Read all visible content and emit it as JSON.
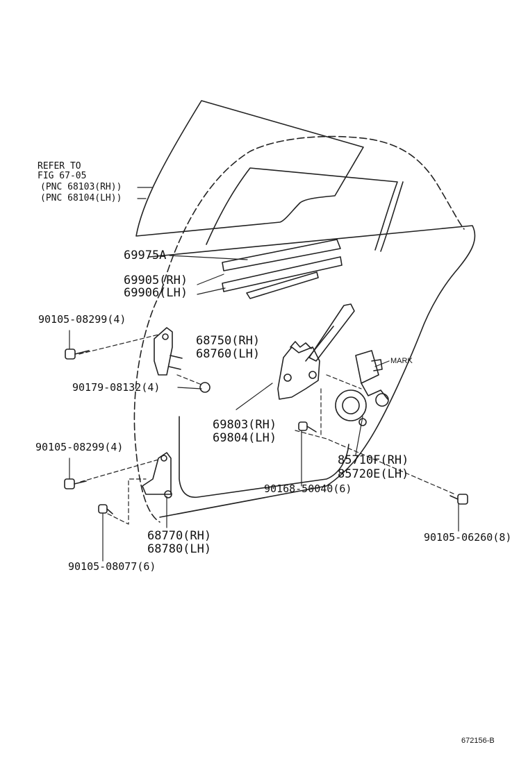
{
  "refer": {
    "line1": "REFER TO",
    "line2": "FIG 67-05",
    "line3": "(PNC 68103(RH))",
    "line4": "(PNC 68104(LH))"
  },
  "parts": {
    "p69975a": "69975A",
    "p69905": "69905(RH)",
    "p69906": "69906(LH)",
    "b08299_top": "90105-08299(4)",
    "p68750": "68750(RH)",
    "p68760": "68760(LH)",
    "n08132": "90179-08132(4)",
    "p69803": "69803(RH)",
    "p69804": "69804(LH)",
    "b08299_bot": "90105-08299(4)",
    "p85710f": "85710F(RH)",
    "p85720e": "85720E(LH)",
    "b50040": "90168-50040(6)",
    "p68770": "68770(RH)",
    "p68780": "68780(LH)",
    "b06260": "90105-06260(8)",
    "b08077": "90105-08077(6)",
    "mark": "MARK"
  },
  "figure_id": "672156-B"
}
